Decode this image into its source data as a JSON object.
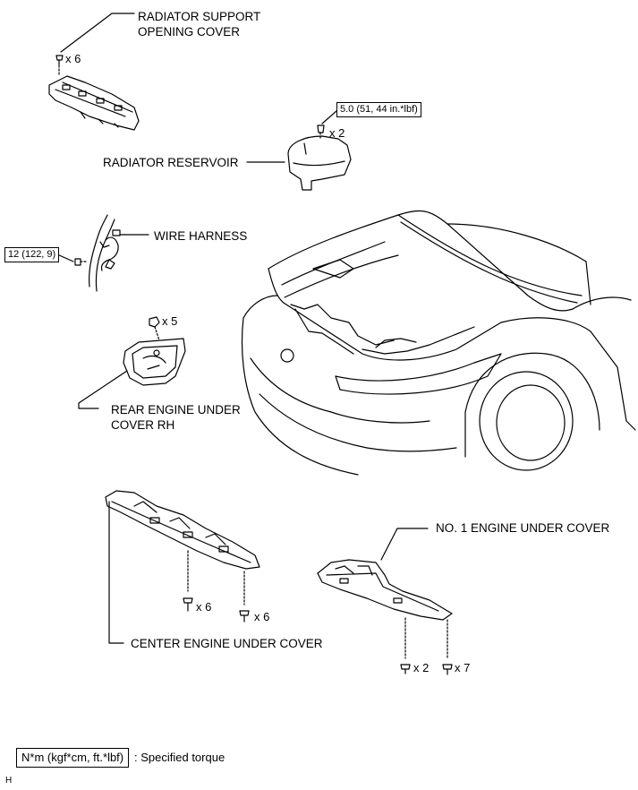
{
  "labels": {
    "radiator_support_cover": [
      "RADIATOR SUPPORT",
      "OPENING COVER"
    ],
    "radiator_reservoir": "RADIATOR RESERVOIR",
    "wire_harness": "WIRE HARNESS",
    "rear_engine_under_cover": [
      "REAR ENGINE UNDER",
      "COVER RH"
    ],
    "no1_engine_under_cover": "NO. 1 ENGINE UNDER COVER",
    "center_engine_under_cover": "CENTER ENGINE UNDER COVER"
  },
  "quantities": {
    "radiator_cover_clips": "x 6",
    "reservoir_bolts": "x 2",
    "rear_cover_nuts": "x 5",
    "center_cover_bolts": "x 6",
    "center_cover_clips": "x 6",
    "no1_cover_bolts": "x 2",
    "no1_cover_clips": "x 7"
  },
  "torques": {
    "reservoir": "5.0 (51, 44 in.*lbf)",
    "wire_harness": "12 (122, 9)"
  },
  "legend": {
    "unit": "N*m (kgf*cm, ft.*lbf)",
    "description": ": Specified torque"
  },
  "figure_code": "H"
}
